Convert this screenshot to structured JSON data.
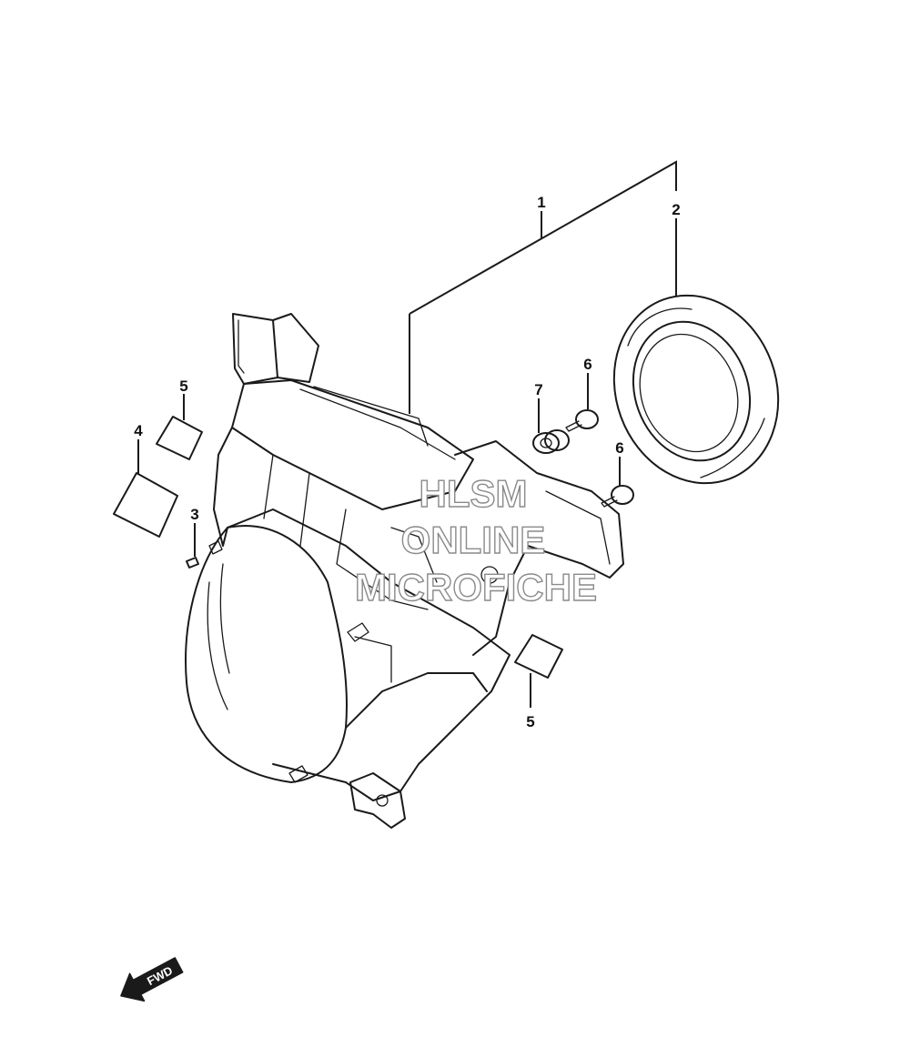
{
  "callouts": {
    "c1": "1",
    "c2": "2",
    "c3": "3",
    "c4": "4",
    "c5a": "5",
    "c5b": "5",
    "c6a": "6",
    "c6b": "6",
    "c7": "7"
  },
  "watermark": {
    "line1": "HLSM",
    "line2": "ONLINE",
    "line3": "MICROFICHE"
  },
  "direction_arrow": {
    "label": "FWD"
  },
  "colors": {
    "line": "#1a1a1a",
    "watermark_outline": "#8a8a8a",
    "background": "#ffffff"
  }
}
